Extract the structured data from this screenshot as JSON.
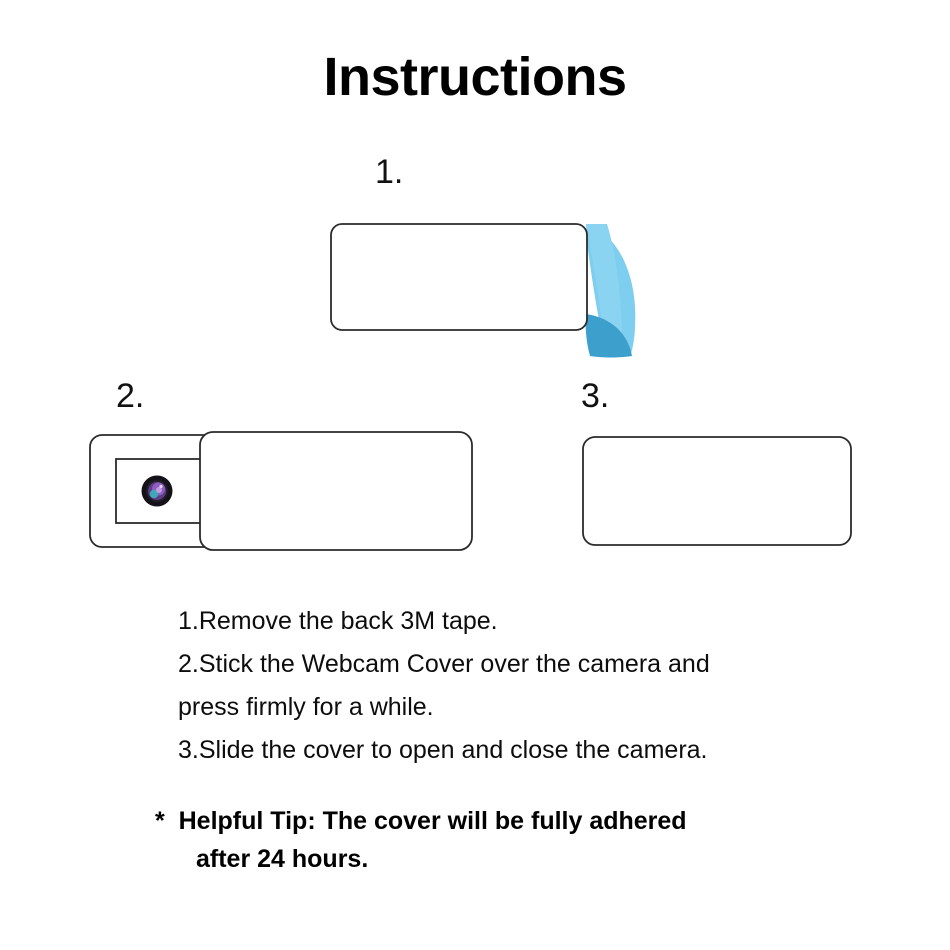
{
  "page": {
    "title": "Instructions",
    "background_color": "#ffffff",
    "text_color": "#0d0d0d"
  },
  "steps": [
    {
      "number": "1.",
      "figure": "webcam-cover-with-tape-peel",
      "description_of_art": "closed cover with blue 3M tape liner peeling off right edge"
    },
    {
      "number": "2.",
      "figure": "webcam-cover-open-with-lens",
      "description_of_art": "cover slid open exposing camera lens through aperture"
    },
    {
      "number": "3.",
      "figure": "webcam-cover-closed",
      "description_of_art": "cover slid shut, plain rounded rectangle"
    }
  ],
  "instructions": [
    "1.Remove the back 3M tape.",
    "2.Stick the Webcam Cover over the camera and",
    "press firmly for a while.",
    "3.Slide the cover to open and close the camera."
  ],
  "tip": {
    "line1": "*  Helpful Tip: The cover will be fully adhered",
    "line2": "after 24 hours."
  },
  "colors": {
    "tape_light_blue": "#7ECEF0",
    "tape_mid_blue": "#6FC6EC",
    "tape_dark_blue": "#3C9FCC",
    "outline": "#2b2b2b",
    "body_fill": "#ffffff",
    "lens_ring": "#141218",
    "lens_purple": "#7b4ea8",
    "lens_magenta": "#a86bd0",
    "lens_teal": "#3fa8b8"
  }
}
